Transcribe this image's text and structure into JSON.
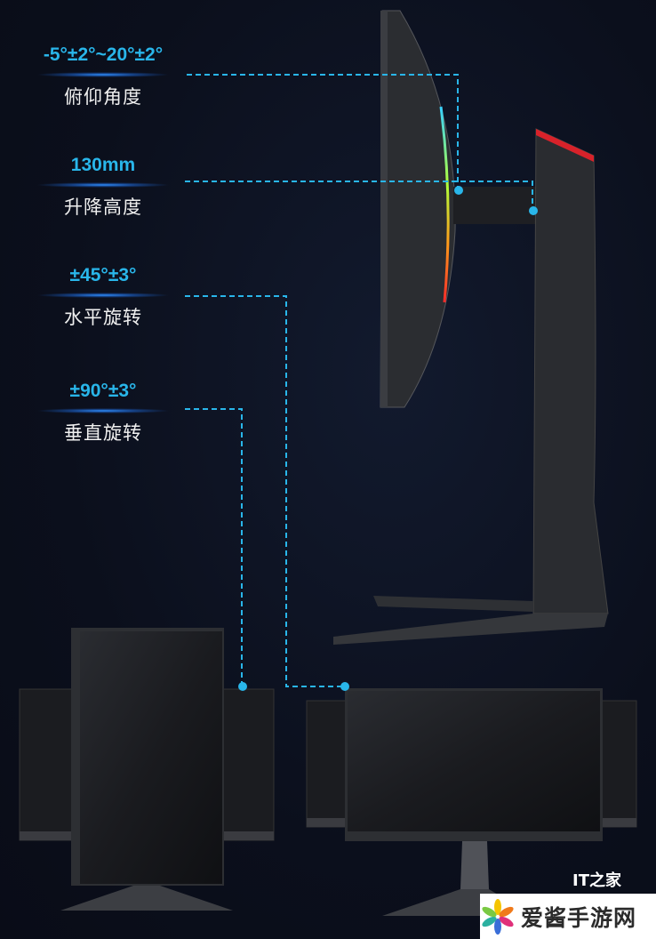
{
  "specs": [
    {
      "value": "-5°±2°~20°±2°",
      "label": "俯仰角度"
    },
    {
      "value": "130mm",
      "label": "升降高度"
    },
    {
      "value": "±45°±3°",
      "label": "水平旋转"
    },
    {
      "value": "±90°±3°",
      "label": "垂直旋转"
    }
  ],
  "colors": {
    "accent": "#29b6ea",
    "background": "#0b0f1c"
  },
  "watermark": {
    "text": "爱酱手游网",
    "logo": "IT之家"
  }
}
